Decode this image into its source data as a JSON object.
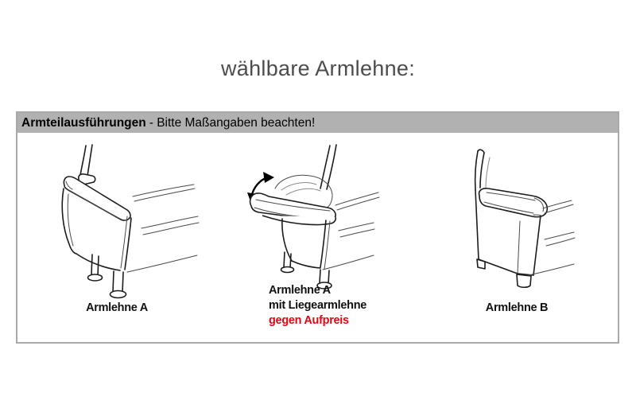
{
  "page": {
    "title": "wählbare Armlehne:"
  },
  "panel": {
    "header": {
      "title": "Armteilausführungen",
      "subtitle": "- Bitte Maßangaben beachten!"
    },
    "options": [
      {
        "id": "armlehne-a",
        "label": "Armlehne A"
      },
      {
        "id": "armlehne-a-liegearmlehne",
        "label": "Armlehne A",
        "label_line2": "mit Liegearmlehne",
        "surcharge": "gegen Aufpreis"
      },
      {
        "id": "armlehne-b",
        "label": "Armlehne B"
      }
    ]
  },
  "colors": {
    "surcharge_red": "#e30613",
    "header_bg": "#b1b1b1",
    "panel_border": "#a9a9a9",
    "title_gray": "#4d4d4d"
  }
}
